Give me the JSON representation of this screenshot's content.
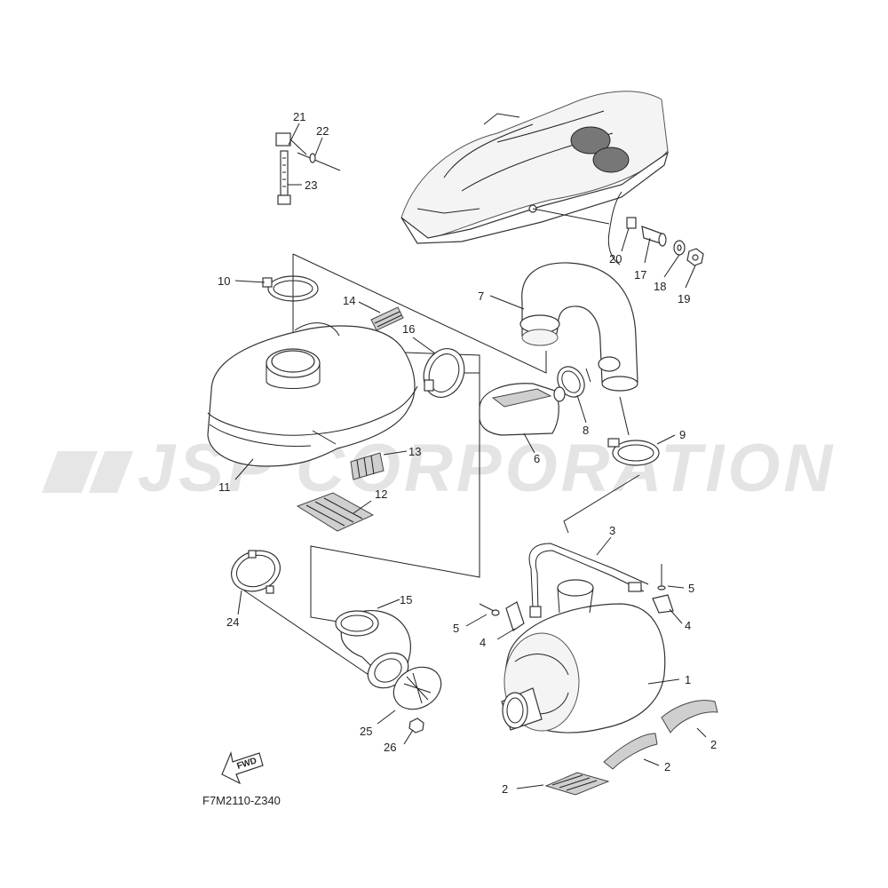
{
  "watermark": "JSP CORPORATION",
  "diagram_code": "F7M2110-Z340",
  "fwd_label": "FWD",
  "callouts": [
    "1",
    "2",
    "2",
    "2",
    "2",
    "3",
    "4",
    "4",
    "5",
    "5",
    "6",
    "7",
    "8",
    "9",
    "10",
    "11",
    "12",
    "13",
    "14",
    "15",
    "16",
    "17",
    "18",
    "19",
    "20",
    "21",
    "22",
    "23",
    "24",
    "25",
    "26"
  ]
}
